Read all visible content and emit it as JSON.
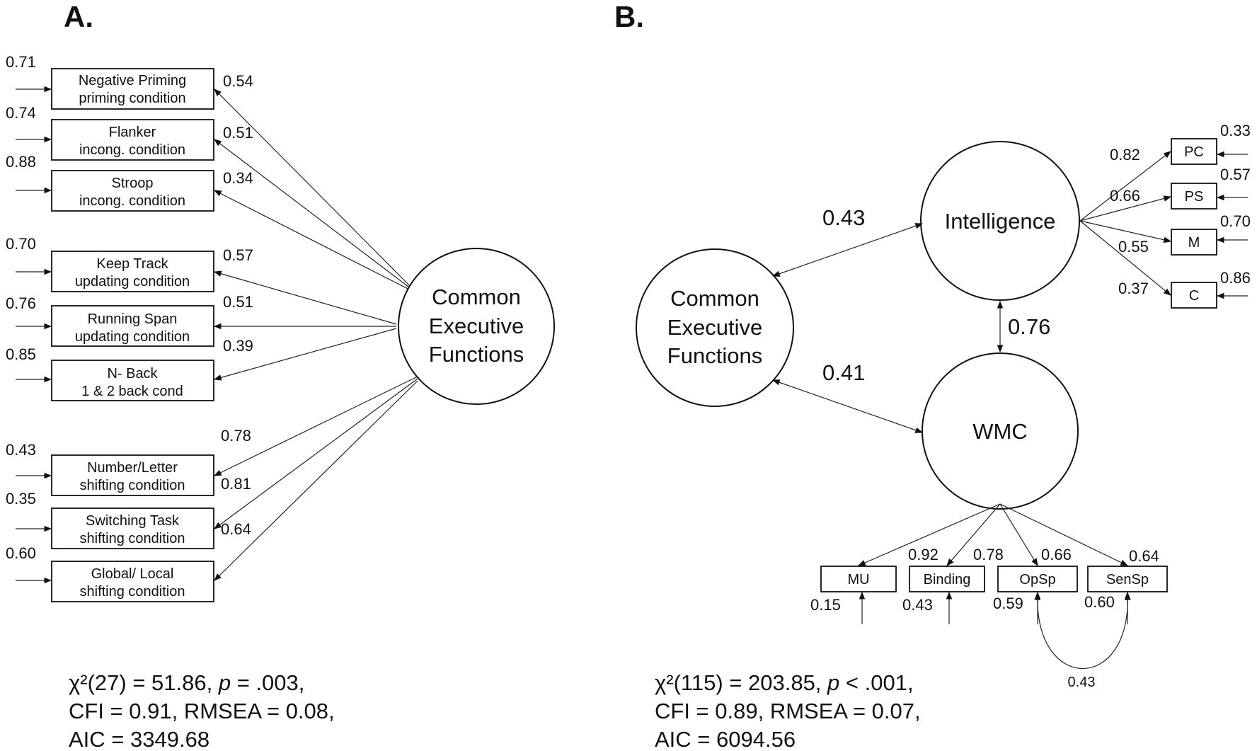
{
  "panelA": {
    "label": "A.",
    "latent": [
      "Common",
      "Executive",
      "Functions"
    ],
    "indicators": [
      {
        "line1": "Negative Priming",
        "line2": "priming condition",
        "error": "0.71",
        "loading": "0.54"
      },
      {
        "line1": "Flanker",
        "line2": "incong. condition",
        "error": "0.74",
        "loading": "0.51"
      },
      {
        "line1": "Stroop",
        "line2": "incong. condition",
        "error": "0.88",
        "loading": "0.34"
      },
      {
        "line1": "Keep Track",
        "line2": "updating condition",
        "error": "0.70",
        "loading": "0.57"
      },
      {
        "line1": "Running Span",
        "line2": "updating condition",
        "error": "0.76",
        "loading": "0.51"
      },
      {
        "line1": "N- Back",
        "line2": "1 & 2 back cond",
        "error": "0.85",
        "loading": "0.39"
      },
      {
        "line1": "Number/Letter",
        "line2": "shifting condition",
        "error": "0.43",
        "loading": "0.78"
      },
      {
        "line1": "Switching Task",
        "line2": "shifting condition",
        "error": "0.35",
        "loading": "0.81"
      },
      {
        "line1": "Global/ Local",
        "line2": "shifting condition",
        "error": "0.60",
        "loading": "0.64"
      }
    ],
    "fit": {
      "line1_pre": "χ²(27) = 51.86, ",
      "p": "p",
      "line1_post": " = .003,",
      "line2": "CFI = 0.91, RMSEA = 0.08,",
      "line3": "AIC = 3349.68"
    }
  },
  "panelB": {
    "label": "B.",
    "cef": [
      "Common",
      "Executive",
      "Functions"
    ],
    "intelligence": "Intelligence",
    "wmc": "WMC",
    "cef_int": "0.43",
    "cef_wmc": "0.41",
    "int_wmc": "0.76",
    "int_indicators": [
      {
        "label": "PC",
        "loading": "0.82",
        "error": "0.33"
      },
      {
        "label": "PS",
        "loading": "0.66",
        "error": "0.57"
      },
      {
        "label": "M",
        "loading": "0.55",
        "error": "0.70"
      },
      {
        "label": "C",
        "loading": "0.37",
        "error": "0.86"
      }
    ],
    "wmc_indicators": [
      {
        "label": "MU",
        "loading": "0.92",
        "error": "0.15"
      },
      {
        "label": "Binding",
        "loading": "0.78",
        "error": "0.43"
      },
      {
        "label": "OpSp",
        "loading": "0.66",
        "error": "0.59"
      },
      {
        "label": "SenSp",
        "loading": "0.64",
        "error": "0.60"
      }
    ],
    "covariance": "0.43",
    "fit": {
      "line1_pre": "χ²(115) = 203.85, ",
      "p": "p",
      "line1_post": " < .001,",
      "line2": "CFI = 0.89, RMSEA = 0.07,",
      "line3": "AIC = 6094.56"
    }
  }
}
